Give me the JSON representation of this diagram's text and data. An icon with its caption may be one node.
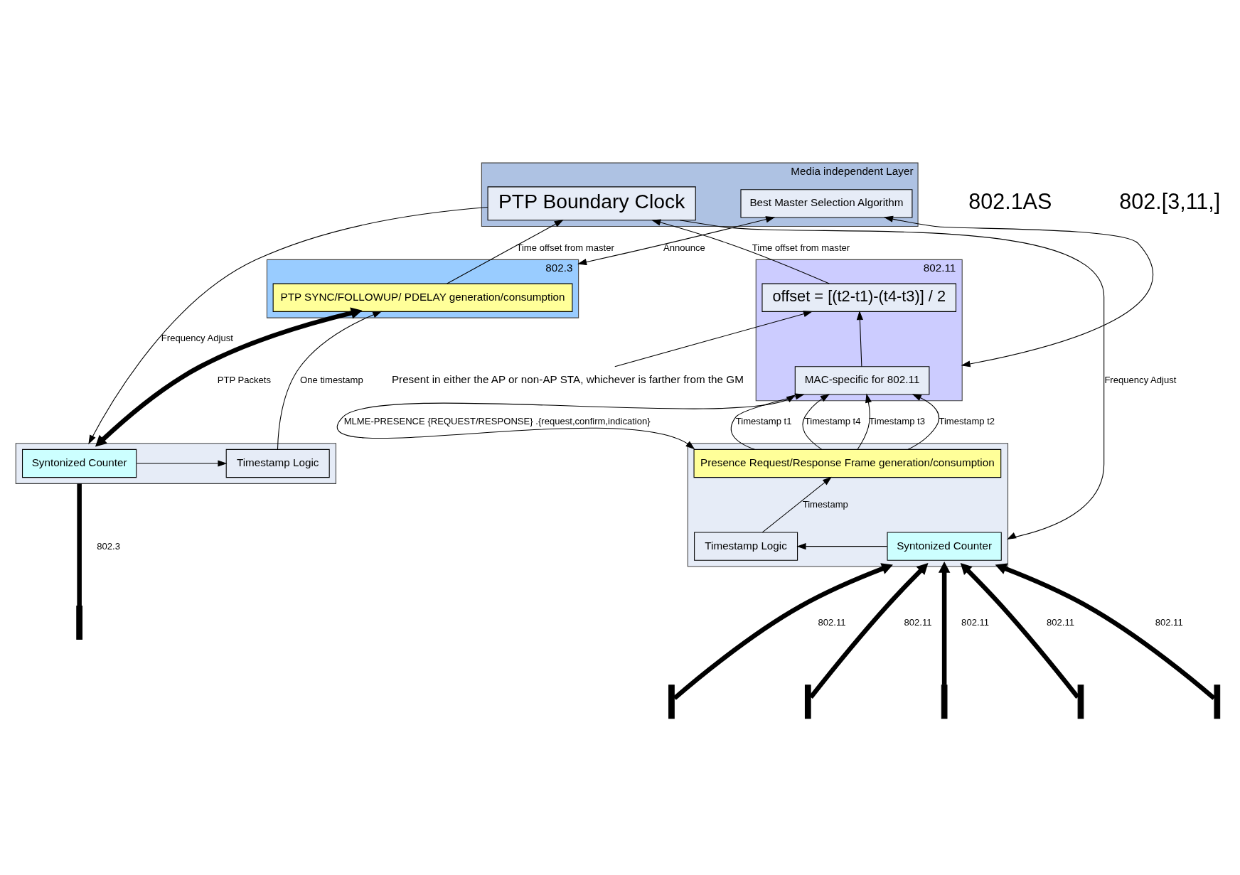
{
  "diagram": {
    "nodes": [
      {
        "text": [
          "Media independent Layer"
        ]
      },
      {
        "text": [
          "PTP Boundary Clock"
        ],
        "in": 0
      },
      {
        "text": [
          "Best Master Selection Algorithm"
        ],
        "in": 0
      },
      {
        "text": [
          "802.3"
        ]
      },
      {
        "text": [
          "PTP SYNC/FOLLOWUP/ PDELAY generation/consumption"
        ],
        "in": 3
      },
      {
        "text": [
          "802.11"
        ]
      },
      {
        "text": [
          "offset = [(t2-t1)-(t4-t3)] / 2"
        ],
        "in": 5
      },
      {
        "text": [
          "MAC-specific for 802.11"
        ],
        "in": 5
      },
      {
        "text": [],
        "shape": "box"
      },
      {
        "text": [
          "Syntonized Counter"
        ],
        "in": 8
      },
      {
        "text": [
          "Timestamp Logic"
        ],
        "in": 8
      },
      {
        "text": [],
        "shape": "box"
      },
      {
        "text": [
          "Presence Request/Response Frame generation/consumption"
        ],
        "in": 11
      },
      {
        "text": [
          "Syntonized Counter"
        ],
        "in": 11
      },
      {
        "text": [
          "Timestamp Logic"
        ],
        "in": 11
      },
      {
        "text": [
          "Present in either the AP or non-AP STA, whichever is farther from the GM"
        ]
      },
      {
        "text": [],
        "shape": "bar"
      },
      {
        "text": [],
        "shape": "bar"
      },
      {
        "text": [],
        "shape": "bar"
      },
      {
        "text": [],
        "shape": "bar"
      },
      {
        "text": [],
        "shape": "bar"
      },
      {
        "text": [],
        "shape": "bar"
      }
    ],
    "edges": [
      {
        "from": 1,
        "to": 8,
        "arrow": "to",
        "label": "Frequency Adjust"
      },
      {
        "from": 4,
        "to": 1,
        "arrow": "to",
        "label": "Time offset from master"
      },
      {
        "from": 2,
        "to": 3,
        "arrow": "both",
        "label": "Announce"
      },
      {
        "from": 2,
        "to": 5,
        "arrow": "both"
      },
      {
        "from": 1,
        "to": 11,
        "arrow": "to",
        "label": "Frequency Adjust"
      },
      {
        "from": 6,
        "to": 1,
        "arrow": "to",
        "label": "Time offset from master"
      },
      {
        "from": 7,
        "to": 6,
        "arrow": "to"
      },
      {
        "from": 12,
        "to": 7,
        "arrow": "both",
        "label": "MLME-PRESENCE {REQUEST/RESPONSE} .{request,confirm,indication}"
      },
      {
        "from": 12,
        "to": 7,
        "arrow": "to",
        "label": "Timestamp t4"
      },
      {
        "from": 12,
        "to": 7,
        "arrow": "to",
        "label": "Timestamp t3"
      },
      {
        "from": 12,
        "to": 7,
        "arrow": "to",
        "label": "Timestamp t2"
      },
      {
        "from": 12,
        "to": 7,
        "arrow": "to",
        "label": "Timestamp t1"
      },
      {
        "from": 15,
        "to": 6,
        "arrow": "to"
      },
      {
        "from": 4,
        "to": 8,
        "arrow": "both",
        "label": "PTP Packets",
        "style": "thick"
      },
      {
        "from": 10,
        "to": 4,
        "arrow": "to",
        "label": "One timestamp"
      },
      {
        "from": 9,
        "to": 10,
        "arrow": "to"
      },
      {
        "from": 13,
        "to": 14,
        "arrow": "to"
      },
      {
        "from": 14,
        "to": 12,
        "arrow": "to",
        "label": "Timestamp"
      },
      {
        "from": 16,
        "to": 8,
        "arrow": "none",
        "label": "802.3",
        "style": "thick"
      },
      {
        "from": 17,
        "to": 11,
        "arrow": "to",
        "label": "802.11",
        "style": "thick"
      },
      {
        "from": 18,
        "to": 11,
        "arrow": "to",
        "label": "802.11",
        "style": "thick"
      },
      {
        "from": 19,
        "to": 11,
        "arrow": "to",
        "label": "802.11",
        "style": "thick"
      },
      {
        "from": 20,
        "to": 11,
        "arrow": "to",
        "label": "802.11",
        "style": "thick"
      },
      {
        "from": 21,
        "to": 11,
        "arrow": "to",
        "label": "802.11",
        "style": "thick"
      }
    ],
    "labels": [
      "802.1AS",
      "802.[3,11,]"
    ]
  }
}
